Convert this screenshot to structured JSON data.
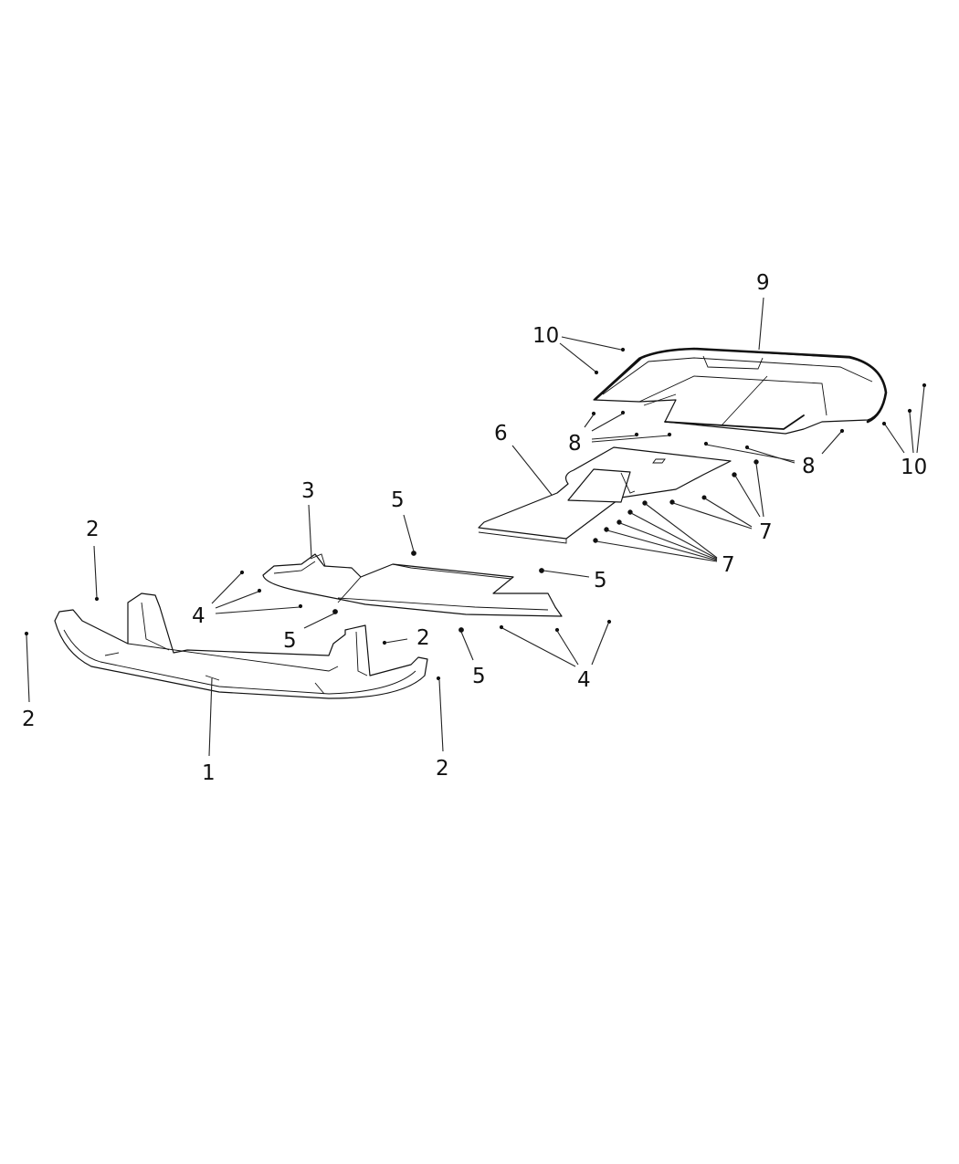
{
  "diagram": {
    "type": "exploded-parts-view",
    "subject": "Underbody / front and rear skid shields",
    "background_color": "#ffffff",
    "line_color": "#111111",
    "parts": [
      {
        "id": 1,
        "label": "1",
        "description": "front lower fascia / air dam"
      },
      {
        "id": 2,
        "label": "2",
        "description": "fastener (push pin)"
      },
      {
        "id": 3,
        "label": "3",
        "description": "front splash shield left section"
      },
      {
        "id": 4,
        "label": "4",
        "description": "fastener (screw)"
      },
      {
        "id": 5,
        "label": "5",
        "description": "fastener (nut/clip)"
      },
      {
        "id": 6,
        "label": "6",
        "description": "center belly pan"
      },
      {
        "id": 7,
        "label": "7",
        "description": "fastener (bolt)"
      },
      {
        "id": 8,
        "label": "8",
        "description": "fastener (screw)"
      },
      {
        "id": 9,
        "label": "9",
        "description": "rear underbody shield"
      },
      {
        "id": 10,
        "label": "10",
        "description": "fastener (push pin)"
      }
    ],
    "callouts": [
      {
        "text": "9"
      },
      {
        "text": "10"
      },
      {
        "text": "8"
      },
      {
        "text": "8"
      },
      {
        "text": "10"
      },
      {
        "text": "6"
      },
      {
        "text": "7"
      },
      {
        "text": "7"
      },
      {
        "text": "3"
      },
      {
        "text": "5"
      },
      {
        "text": "2"
      },
      {
        "text": "5"
      },
      {
        "text": "4"
      },
      {
        "text": "5"
      },
      {
        "text": "2"
      },
      {
        "text": "2"
      },
      {
        "text": "5"
      },
      {
        "text": "4"
      },
      {
        "text": "1"
      },
      {
        "text": "2"
      }
    ]
  }
}
